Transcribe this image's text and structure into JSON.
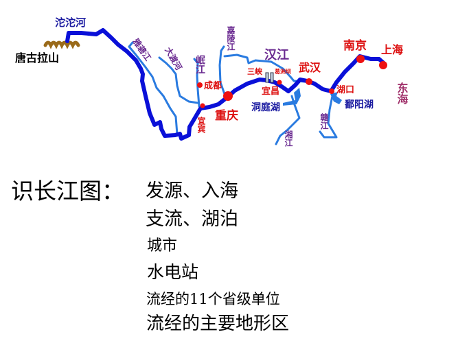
{
  "colors": {
    "main_river": "#0a10d8",
    "tributary": "#2a7be0",
    "city": "#ee1111",
    "city_label": "#dd1111",
    "river_label": "#6a2a90",
    "mountain": "#9a6a1a",
    "lake_label": "#1a1aa0"
  },
  "map": {
    "mountain": "唐古拉山",
    "source": "沱沱河",
    "tributaries": {
      "yalong": "雅砻江",
      "dadu": "大渡河",
      "min": "岷江",
      "jialing": "嘉陵江",
      "han": "汉江",
      "xiang": "湘江",
      "gan": "赣江"
    },
    "cities": {
      "chengdu": "成都",
      "yibin": "宜宾",
      "chongqing": "重庆",
      "yichang": "宜昌",
      "wuhan": "武汉",
      "hukou": "湖口",
      "nanjing": "南京",
      "shanghai": "上海"
    },
    "dams": {
      "sanxia": "三峡",
      "gezhouba": "葛洲坝"
    },
    "lakes": {
      "dongting": "洞庭湖",
      "poyang": "鄱阳湖"
    },
    "sea": "东海"
  },
  "text": {
    "heading": "识长江图：",
    "items": [
      "发源、入海",
      "支流、湖泊",
      "城市",
      "水电站",
      "流经的11个省级单位",
      "流经的主要地形区"
    ]
  }
}
